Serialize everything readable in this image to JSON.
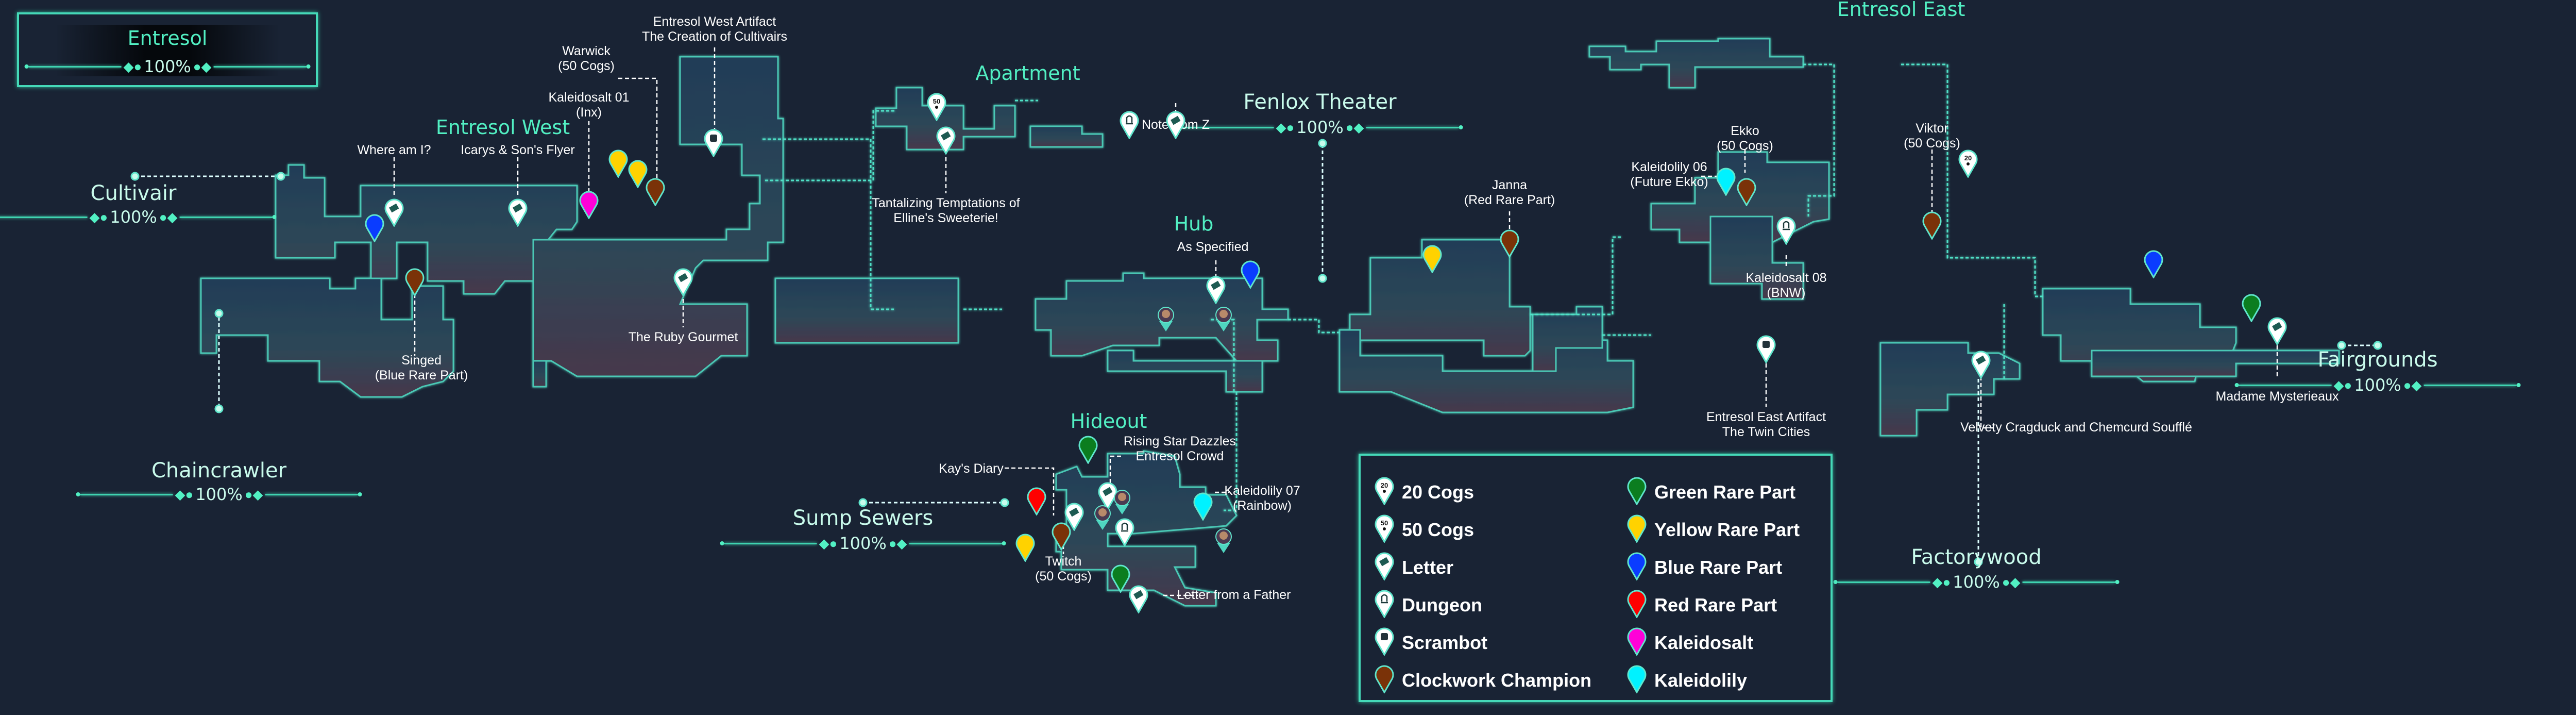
{
  "title_box": {
    "title": "Entresol",
    "percent": "100%"
  },
  "colors": {
    "background": "#192334",
    "accent": "#52f0c3",
    "green_rare": "#0b7d1f",
    "yellow_rare": "#ffd200",
    "blue_rare": "#0a3cff",
    "red_rare": "#ff0000",
    "kaleidosalt": "#ff00d8",
    "kaleidolily": "#00f2ff",
    "clockwork": "#7a3208"
  },
  "regions": [
    {
      "name": "Entresol West"
    },
    {
      "name": "Apartment"
    },
    {
      "name": "Hub"
    },
    {
      "name": "Hideout"
    },
    {
      "name": "Entresol East"
    }
  ],
  "exits": [
    {
      "name": "Cultivair",
      "percent": "100%"
    },
    {
      "name": "Chaincrawler",
      "percent": "100%"
    },
    {
      "name": "Fenlox Theater",
      "percent": "100%"
    },
    {
      "name": "Sump Sewers",
      "percent": "100%"
    },
    {
      "name": "Factorywood",
      "percent": "100%"
    },
    {
      "name": "Fairgrounds",
      "percent": "100%"
    }
  ],
  "labels": [
    {
      "text": "Where am I?"
    },
    {
      "text": "Icarys & Son's Flyer"
    },
    {
      "text": "Kaleidosalt 01\n(Inx)"
    },
    {
      "text": "Warwick\n(50 Cogs)"
    },
    {
      "text": "Entresol West Artifact\nThe Creation of Cultivairs"
    },
    {
      "text": "Singed\n(Blue Rare Part)"
    },
    {
      "text": "The Ruby Gourmet"
    },
    {
      "text": "Tantalizing Temptations of\nElline's Sweeterie!"
    },
    {
      "text": "Note from Z"
    },
    {
      "text": "As Specified"
    },
    {
      "text": "Janna\n(Red Rare Part)"
    },
    {
      "text": "Kaleidolily 06\n(Future Ekko)"
    },
    {
      "text": "Ekko\n(50 Cogs)"
    },
    {
      "text": "Viktor\n(50 Cogs)"
    },
    {
      "text": "Kaleidosalt 08\n(BNW)"
    },
    {
      "text": "Entresol East Artifact\nThe Twin Cities"
    },
    {
      "text": "Velvety Cragduck and Chemcurd Soufflé"
    },
    {
      "text": "Madame Mysterieaux"
    },
    {
      "text": "Kay's Diary"
    },
    {
      "text": "Rising Star Dazzles\nEntresol Crowd"
    },
    {
      "text": "Kaleidolily 07\n(Rainbow)"
    },
    {
      "text": "Twitch\n(50 Cogs)"
    },
    {
      "text": "Letter from a Father"
    }
  ],
  "legend": {
    "items": [
      {
        "label": "20 Cogs",
        "icon": "cogs-20-icon"
      },
      {
        "label": "50 Cogs",
        "icon": "cogs-50-icon"
      },
      {
        "label": "Letter",
        "icon": "letter-icon"
      },
      {
        "label": "Dungeon",
        "icon": "dungeon-icon"
      },
      {
        "label": "Scrambot",
        "icon": "scrambot-icon"
      },
      {
        "label": "Clockwork Champion",
        "icon": "clockwork-champion-icon"
      },
      {
        "label": "Green Rare Part",
        "icon": "green-rare-part-icon"
      },
      {
        "label": "Yellow Rare Part",
        "icon": "yellow-rare-part-icon"
      },
      {
        "label": "Blue Rare Part",
        "icon": "blue-rare-part-icon"
      },
      {
        "label": "Red Rare Part",
        "icon": "red-rare-part-icon"
      },
      {
        "label": "Kaleidosalt",
        "icon": "kaleidosalt-icon"
      },
      {
        "label": "Kaleidolily",
        "icon": "kaleidolily-icon"
      }
    ]
  },
  "cog_badges": {
    "twenty": "20",
    "fifty": "50"
  }
}
